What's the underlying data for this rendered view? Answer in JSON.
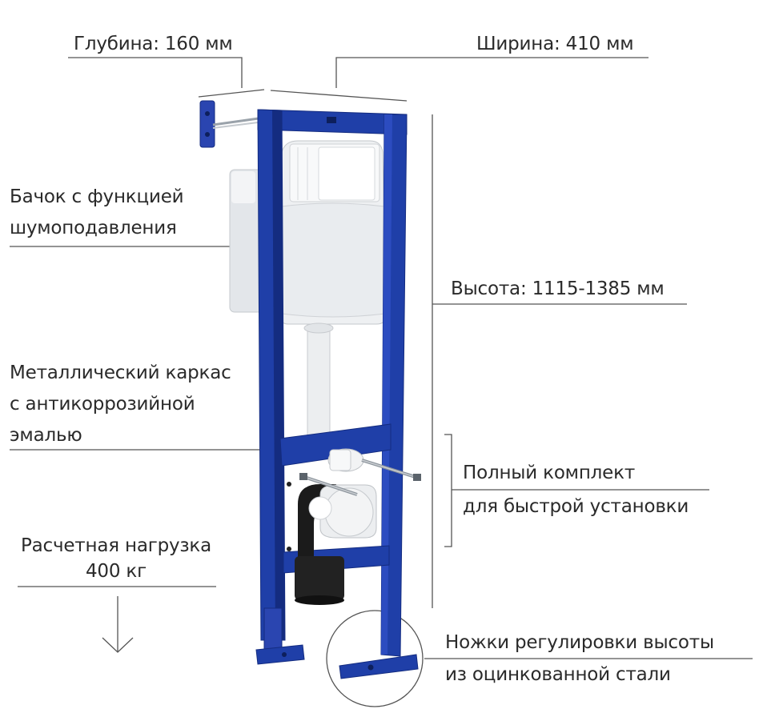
{
  "labels": {
    "depth": "Глубина: 160 мм",
    "width": "Ширина: 410 мм",
    "tank_line1": "Бачок с функцией",
    "tank_line2": "шумоподавления",
    "height": "Высота: 1115-1385 мм",
    "frame_line1": "Металлический каркас",
    "frame_line2": "с антикоррозийной",
    "frame_line3": "эмалью",
    "kit_line1": "Полный комплект",
    "kit_line2": "для быстрой установки",
    "load_line1": "Расчетная нагрузка",
    "load_line2": "400 кг",
    "legs_line1": "Ножки регулировки высоты",
    "legs_line2": "из оцинкованной стали"
  },
  "colors": {
    "frame_blue": "#1f3fa8",
    "frame_blue_dark": "#142c80",
    "tank_white": "#eef0f2",
    "text": "#2a2a2a",
    "line": "#555555"
  }
}
